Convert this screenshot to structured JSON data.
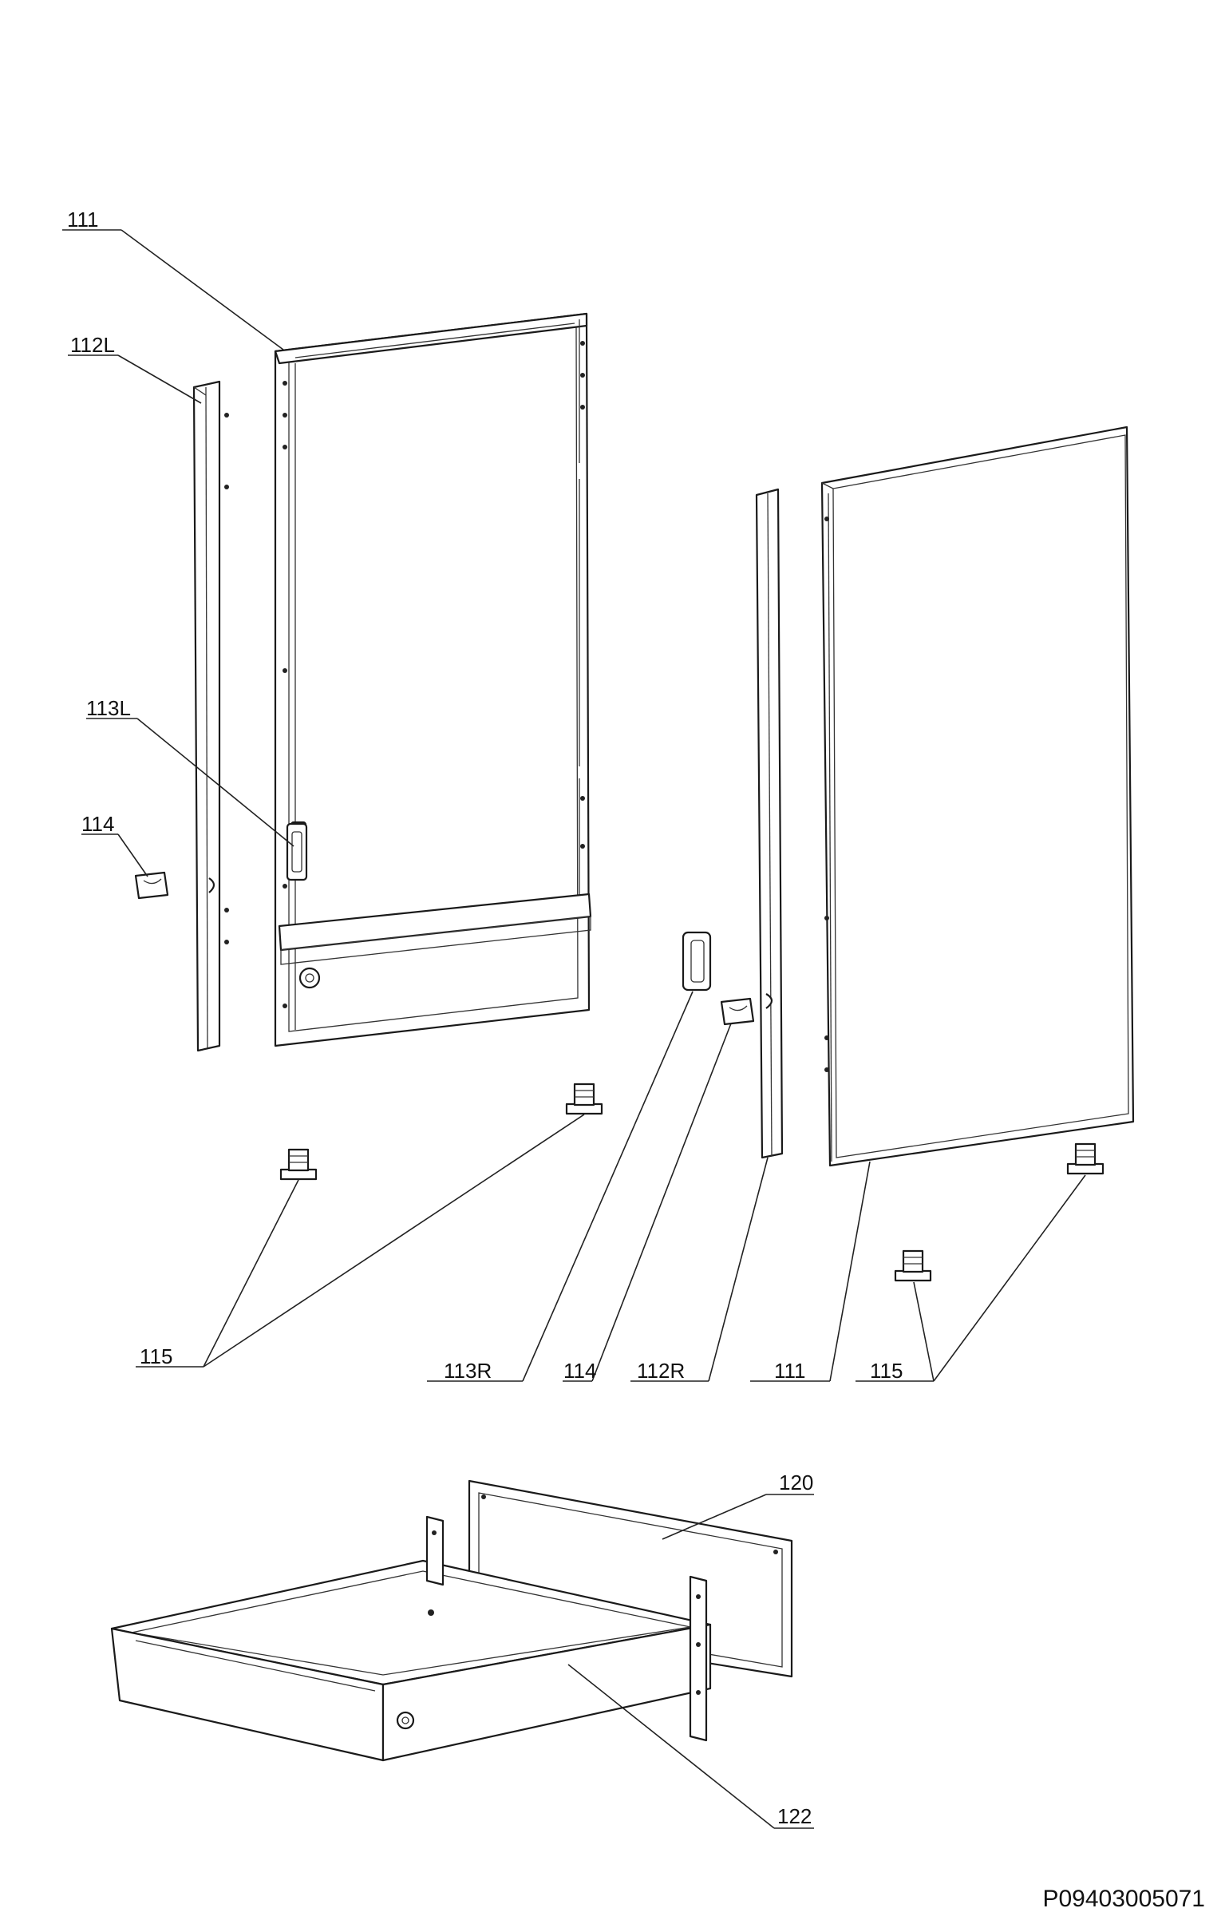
{
  "labels": {
    "l111a": "111",
    "l112L": "112L",
    "l113L": "113L",
    "l114a": "114",
    "l115a": "115",
    "l113R": "113R",
    "l114b": "114",
    "l112R": "112R",
    "l111b": "111",
    "l115b": "115",
    "l120": "120",
    "l122": "122"
  },
  "reference_code": "P09403005071"
}
